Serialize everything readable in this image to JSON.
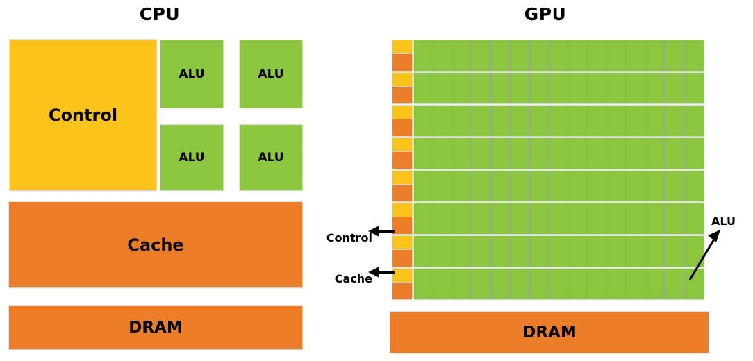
{
  "figure": {
    "kind": "cpu-vs-gpu-architecture-diagram"
  },
  "palette": {
    "control_yellow": "#fbc217",
    "cache_orange": "#ed7d26",
    "alu_green": "#8cc63e",
    "background": "#ffffff",
    "text": "#000000",
    "cell_border": "#9aa094"
  },
  "cpu": {
    "title": "CPU",
    "control": {
      "label": "Control"
    },
    "alus": [
      {
        "label": "ALU"
      },
      {
        "label": "ALU"
      },
      {
        "label": "ALU"
      },
      {
        "label": "ALU"
      }
    ],
    "alu_count": 4,
    "cache": {
      "label": "Cache"
    },
    "dram": {
      "label": "DRAM"
    }
  },
  "gpu": {
    "title": "GPU",
    "row_count": 8,
    "alus_per_row": 15,
    "total_alu_count": 120,
    "rows": [
      {
        "control": "",
        "cache": "",
        "alus": 15
      },
      {
        "control": "",
        "cache": "",
        "alus": 15
      },
      {
        "control": "",
        "cache": "",
        "alus": 15
      },
      {
        "control": "",
        "cache": "",
        "alus": 15
      },
      {
        "control": "",
        "cache": "",
        "alus": 15
      },
      {
        "control": "",
        "cache": "",
        "alus": 15
      },
      {
        "control": "",
        "cache": "",
        "alus": 15
      },
      {
        "control": "",
        "cache": "",
        "alus": 15
      }
    ],
    "callouts": {
      "control": {
        "label": "Control",
        "arrow": "left-pointing-arrow",
        "points_to": "row-7-control-block"
      },
      "cache": {
        "label": "Cache",
        "arrow": "left-pointing-arrow",
        "points_to": "row-8-cache-block"
      },
      "alu": {
        "label": "ALU",
        "arrow": "up-right-pointing-arrow",
        "points_to": "alu-grid-cell"
      }
    },
    "dram": {
      "label": "DRAM"
    }
  }
}
